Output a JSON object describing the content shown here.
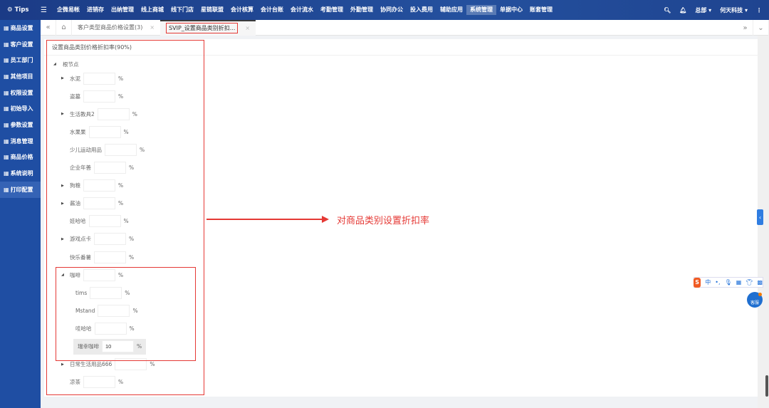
{
  "topbar": {
    "logo": "Tips",
    "nav": [
      "企微易帐",
      "进销存",
      "出纳管理",
      "线上商城",
      "线下门店",
      "星链联盟",
      "会计核算",
      "会计台账",
      "会计流水",
      "考勤管理",
      "外勤管理",
      "协同办公",
      "投入费用",
      "辅助应用",
      "系统管理",
      "单据中心",
      "账套管理"
    ],
    "active_nav": "系统管理",
    "branch": "总部 ▾",
    "company": "何天科技 ▾"
  },
  "sidebar": {
    "items": [
      "商品设置",
      "客户设置",
      "员工部门",
      "其他项目",
      "权限设置",
      "初始导入",
      "参数设置",
      "消息管理",
      "商品价格",
      "系统说明",
      "打印配置"
    ],
    "active": "打印配置"
  },
  "tabs": [
    {
      "label": "客户类型商品价格设置(3)"
    },
    {
      "label": "SVIP_设置商品类别折扣..."
    }
  ],
  "panel": {
    "title": "设置商品类别价格折扣率(90%)",
    "root": "根节点"
  },
  "tree": [
    {
      "label": "水泥",
      "level": 1,
      "arrow": "right",
      "value": ""
    },
    {
      "label": "盗墓",
      "level": 1,
      "arrow": "",
      "value": ""
    },
    {
      "label": "生活教具2",
      "level": 1,
      "arrow": "right",
      "value": ""
    },
    {
      "label": "水果果",
      "level": 1,
      "arrow": "",
      "value": ""
    },
    {
      "label": "少儿运动用品",
      "level": 1,
      "arrow": "",
      "value": ""
    },
    {
      "label": "企业年善",
      "level": 1,
      "arrow": "",
      "value": ""
    },
    {
      "label": "狗粮",
      "level": 1,
      "arrow": "right",
      "value": ""
    },
    {
      "label": "酱油",
      "level": 1,
      "arrow": "right",
      "value": ""
    },
    {
      "label": "娃哈哈",
      "level": 1,
      "arrow": "",
      "value": ""
    },
    {
      "label": "游戏点卡",
      "level": 1,
      "arrow": "right",
      "value": ""
    },
    {
      "label": "快乐番薯",
      "level": 1,
      "arrow": "",
      "value": ""
    },
    {
      "label": "咖啡",
      "level": 1,
      "arrow": "down",
      "value": ""
    },
    {
      "label": "tims",
      "level": 2,
      "arrow": "",
      "value": ""
    },
    {
      "label": "Mstand",
      "level": 2,
      "arrow": "",
      "value": ""
    },
    {
      "label": "哇哈哈",
      "level": 2,
      "arrow": "",
      "value": ""
    },
    {
      "label": "瑞幸咖啡",
      "level": 2,
      "arrow": "",
      "value": "10",
      "highlight": true
    },
    {
      "label": "日常生活用品666",
      "level": 1,
      "arrow": "right",
      "value": ""
    },
    {
      "label": "凉茶",
      "level": 1,
      "arrow": "",
      "value": ""
    }
  ],
  "percent": "%",
  "annotation": "对商品类别设置折扣率",
  "widgets": {
    "ime_lang": "中",
    "support": "客服"
  },
  "colors": {
    "topbar": "#1b3b86",
    "sidebar": "#1f4ea3",
    "annotation": "#e53935"
  }
}
